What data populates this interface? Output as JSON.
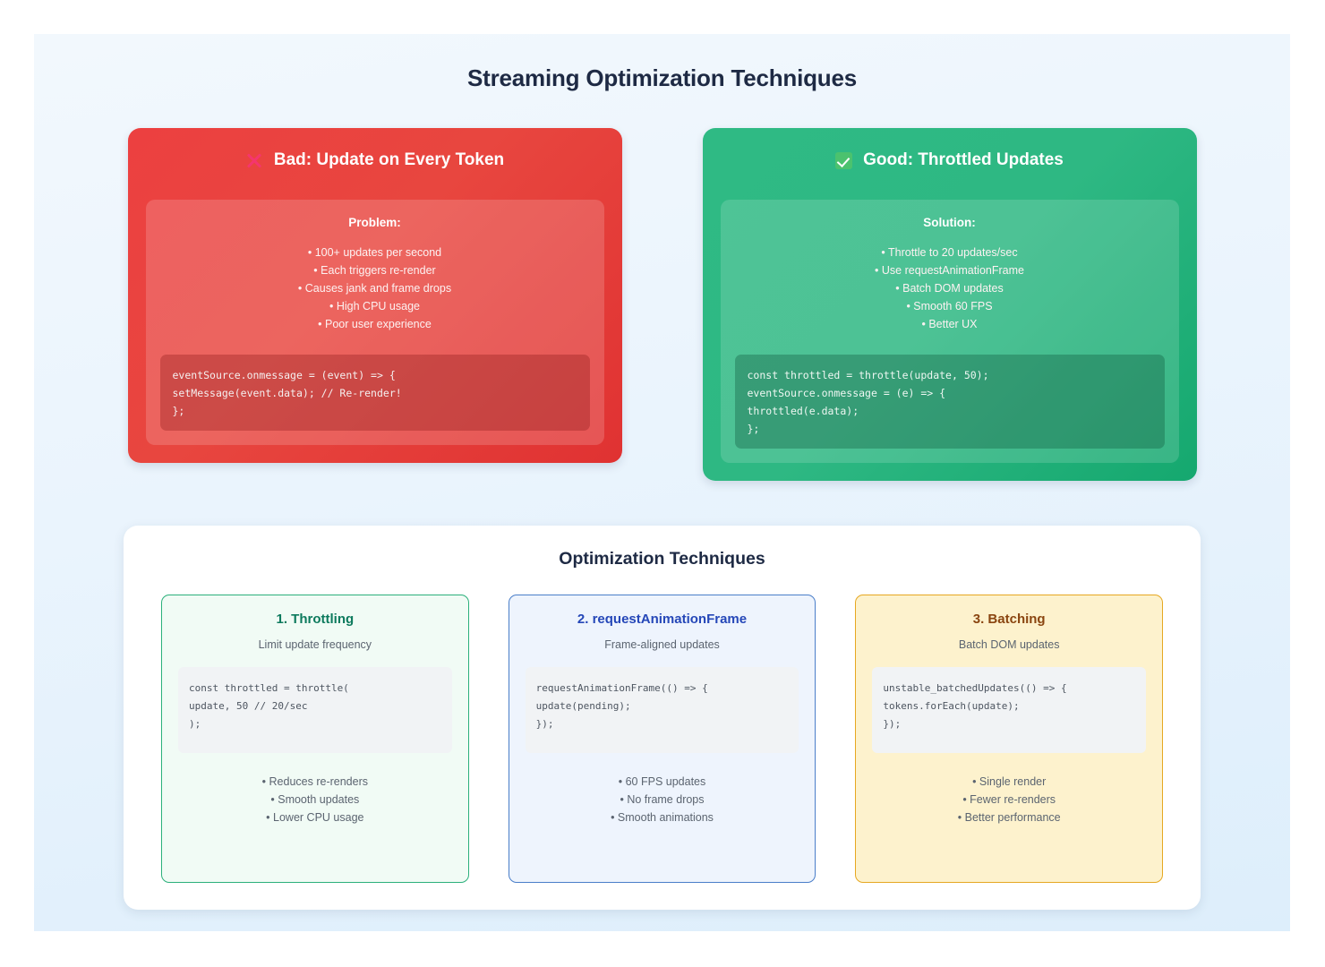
{
  "page": {
    "title": "Streaming Optimization Techniques",
    "background_color": "#eaf4fd"
  },
  "comparison": {
    "bad": {
      "icon": "x-mark-icon",
      "icon_color": "#f5356e",
      "accent_color": "#e63b38",
      "heading": "Bad: Update on Every Token",
      "panel_label": "Problem:",
      "bullets": [
        "100+ updates per second",
        "Each triggers re-render",
        "Causes jank and frame drops",
        "High CPU usage",
        "Poor user experience"
      ],
      "code": "eventSource.onmessage = (event) => {\nsetMessage(event.data); // Re-render!\n};"
    },
    "good": {
      "icon": "check-box-icon",
      "icon_color": "#4bc26e",
      "accent_color": "#20b27b",
      "heading": "Good: Throttled Updates",
      "panel_label": "Solution:",
      "bullets": [
        "Throttle to 20 updates/sec",
        "Use requestAnimationFrame",
        "Batch DOM updates",
        "Smooth 60 FPS",
        "Better UX"
      ],
      "code": "const throttled = throttle(update, 50);\neventSource.onmessage = (e) => {\nthrottled(e.data);\n};"
    }
  },
  "techniques": {
    "title": "Optimization Techniques",
    "cards": [
      {
        "title": "1. Throttling",
        "subtitle": "Limit update frequency",
        "accent_color": "#0d7a5d",
        "border_color": "#2bb07b",
        "background_color": "#f1fbf5",
        "code": "const throttled = throttle(\nupdate, 50 // 20/sec\n);",
        "bullets": [
          "Reduces re-renders",
          "Smooth updates",
          "Lower CPU usage"
        ]
      },
      {
        "title": "2. requestAnimationFrame",
        "subtitle": "Frame-aligned updates",
        "accent_color": "#2547b8",
        "border_color": "#4a7ec9",
        "background_color": "#eef4fd",
        "code": "requestAnimationFrame(() => {\nupdate(pending);\n});",
        "bullets": [
          "60 FPS updates",
          "No frame drops",
          "Smooth animations"
        ]
      },
      {
        "title": "3. Batching",
        "subtitle": "Batch DOM updates",
        "accent_color": "#8a4510",
        "border_color": "#e6a822",
        "background_color": "#fdf2cd",
        "code": "unstable_batchedUpdates(() => {\ntokens.forEach(update);\n});",
        "bullets": [
          "Single render",
          "Fewer re-renders",
          "Better performance"
        ]
      }
    ]
  }
}
